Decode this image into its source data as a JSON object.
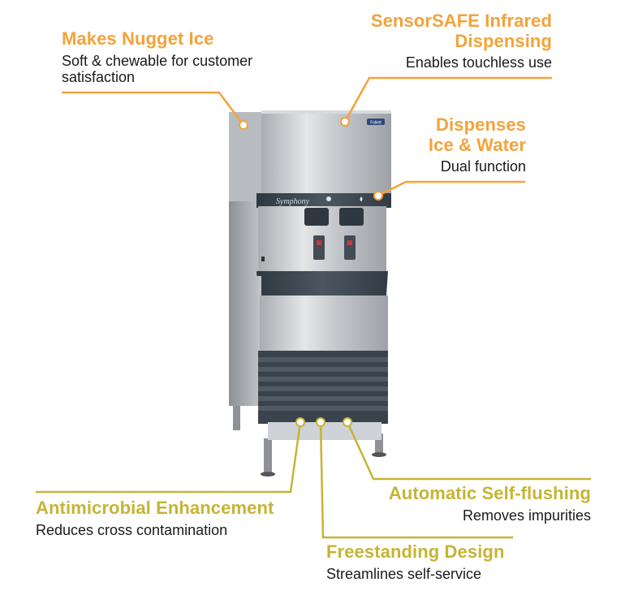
{
  "callouts": {
    "nugget": {
      "title": "Makes Nugget Ice",
      "desc": "Soft & chewable for customer satisfaction"
    },
    "sensor": {
      "title": "SensorSAFE Infrared Dispensing",
      "desc": "Enables touchless use"
    },
    "dispenses": {
      "title": "Dispenses Ice & Water",
      "desc": "Dual function"
    },
    "antimicrobial": {
      "title": "Antimicrobial Enhancement",
      "desc": "Reduces cross contamination"
    },
    "flushing": {
      "title": "Automatic Self-flushing",
      "desc": "Removes impurities"
    },
    "freestanding": {
      "title": "Freestanding Design",
      "desc": "Streamlines self-service"
    }
  },
  "machine": {
    "model_script": "Symphony",
    "brand_badge": "Follett"
  },
  "colors": {
    "orange": "#f4a23a",
    "olive": "#c6b435",
    "cabinet": "#3e4852",
    "steel": "#c9ccd0"
  }
}
